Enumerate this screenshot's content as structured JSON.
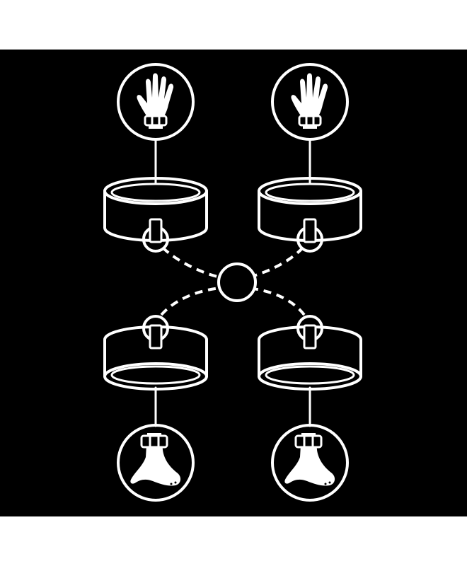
{
  "diagram": {
    "type": "restraint-set-illustration",
    "colors": {
      "background": "#000000",
      "line": "#ffffff",
      "outer": "#ffffff"
    },
    "nodes": [
      {
        "id": "hand-left",
        "icon": "hand-with-cuff-icon"
      },
      {
        "id": "hand-right",
        "icon": "hand-with-cuff-icon"
      },
      {
        "id": "cuff-top-left",
        "icon": "cuff-icon"
      },
      {
        "id": "cuff-top-right",
        "icon": "cuff-icon"
      },
      {
        "id": "center-ring",
        "icon": "o-ring-icon"
      },
      {
        "id": "cuff-bottom-left",
        "icon": "cuff-icon"
      },
      {
        "id": "cuff-bottom-right",
        "icon": "cuff-icon"
      },
      {
        "id": "foot-left",
        "icon": "foot-with-cuff-icon"
      },
      {
        "id": "foot-right",
        "icon": "foot-with-cuff-icon"
      }
    ],
    "edges": [
      {
        "from": "hand-left",
        "to": "cuff-top-left",
        "style": "solid"
      },
      {
        "from": "hand-right",
        "to": "cuff-top-right",
        "style": "solid"
      },
      {
        "from": "cuff-top-left",
        "to": "center-ring",
        "style": "dashed"
      },
      {
        "from": "cuff-top-right",
        "to": "center-ring",
        "style": "dashed"
      },
      {
        "from": "cuff-bottom-left",
        "to": "center-ring",
        "style": "dashed"
      },
      {
        "from": "cuff-bottom-right",
        "to": "center-ring",
        "style": "dashed"
      },
      {
        "from": "cuff-bottom-left",
        "to": "foot-left",
        "style": "solid"
      },
      {
        "from": "cuff-bottom-right",
        "to": "foot-right",
        "style": "solid"
      }
    ]
  }
}
